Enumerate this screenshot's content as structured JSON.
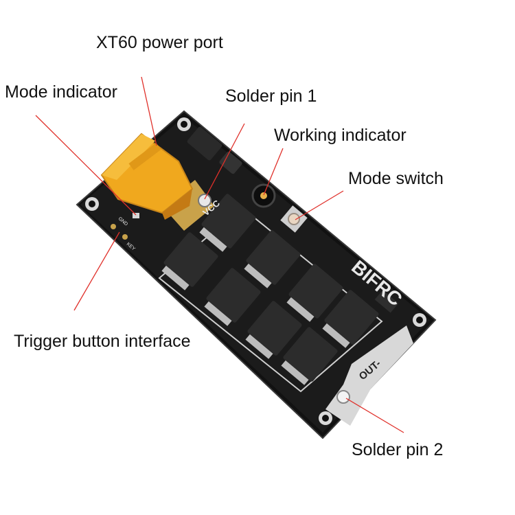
{
  "labels": {
    "xt60_power_port": "XT60 power port",
    "mode_indicator": "Mode indicator",
    "solder_pin_1": "Solder pin 1",
    "working_indicator": "Working indicator",
    "mode_switch": "Mode switch",
    "trigger_button_interface": "Trigger button interface",
    "solder_pin_2": "Solder pin 2"
  },
  "board": {
    "brand": "BIFRC",
    "vcc_label": "VCC",
    "out_label": "OUT-",
    "gnd_label": "GND",
    "key_label": "KEY"
  },
  "colors": {
    "leader_line": "#e0302a",
    "pcb": "#141414",
    "connector": "#f0a81e",
    "silkscreen": "#e8e8e8",
    "mosfet": "#2c2c2c"
  }
}
